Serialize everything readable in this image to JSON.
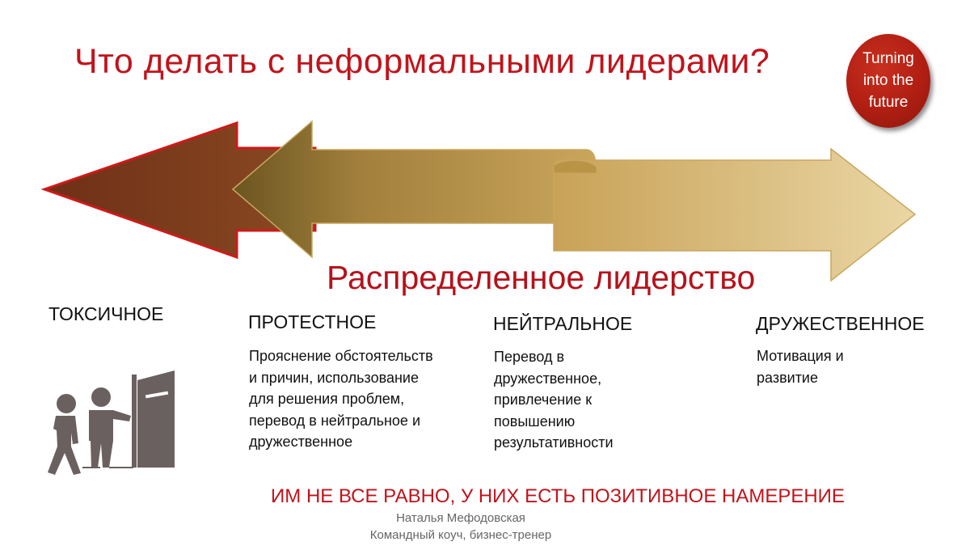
{
  "title": "Что делать с неформальными лидерами?",
  "logo": {
    "line1": "Turning",
    "line2": "into the",
    "line3": "future"
  },
  "subtitle": "Распределенное лидерство",
  "categories": [
    {
      "name": "ТОКСИЧНОЕ",
      "description": ""
    },
    {
      "name": "ПРОТЕСТНОЕ",
      "description": "Прояснение обстоятельств и причин, использование для решения проблем, перевод в нейтральное и дружественное"
    },
    {
      "name": "НЕЙТРАЛЬНОЕ",
      "description": "Перевод в дружественное, привлечение к повышению результативности"
    },
    {
      "name": "ДРУЖЕСТВЕННОЕ",
      "description": "Мотивация и развитие"
    }
  ],
  "bottom_note": "ИМ НЕ ВСЕ РАВНО, У НИХ ЕСТЬ ПОЗИТИВНОЕ НАМЕРЕНИЕ",
  "author": {
    "name": "Наталья Мефодовская",
    "role": "Командный коуч, бизнес-тренер"
  },
  "icons": [
    "toxic-leader-leaving-door-icon"
  ],
  "colors": {
    "accent_red": "#c0141c",
    "logo_red": "#b01e12",
    "arrow_brown": "#7b3a1c",
    "arrow_gold": "#c9a55a",
    "icon_gray": "#6b6060"
  }
}
